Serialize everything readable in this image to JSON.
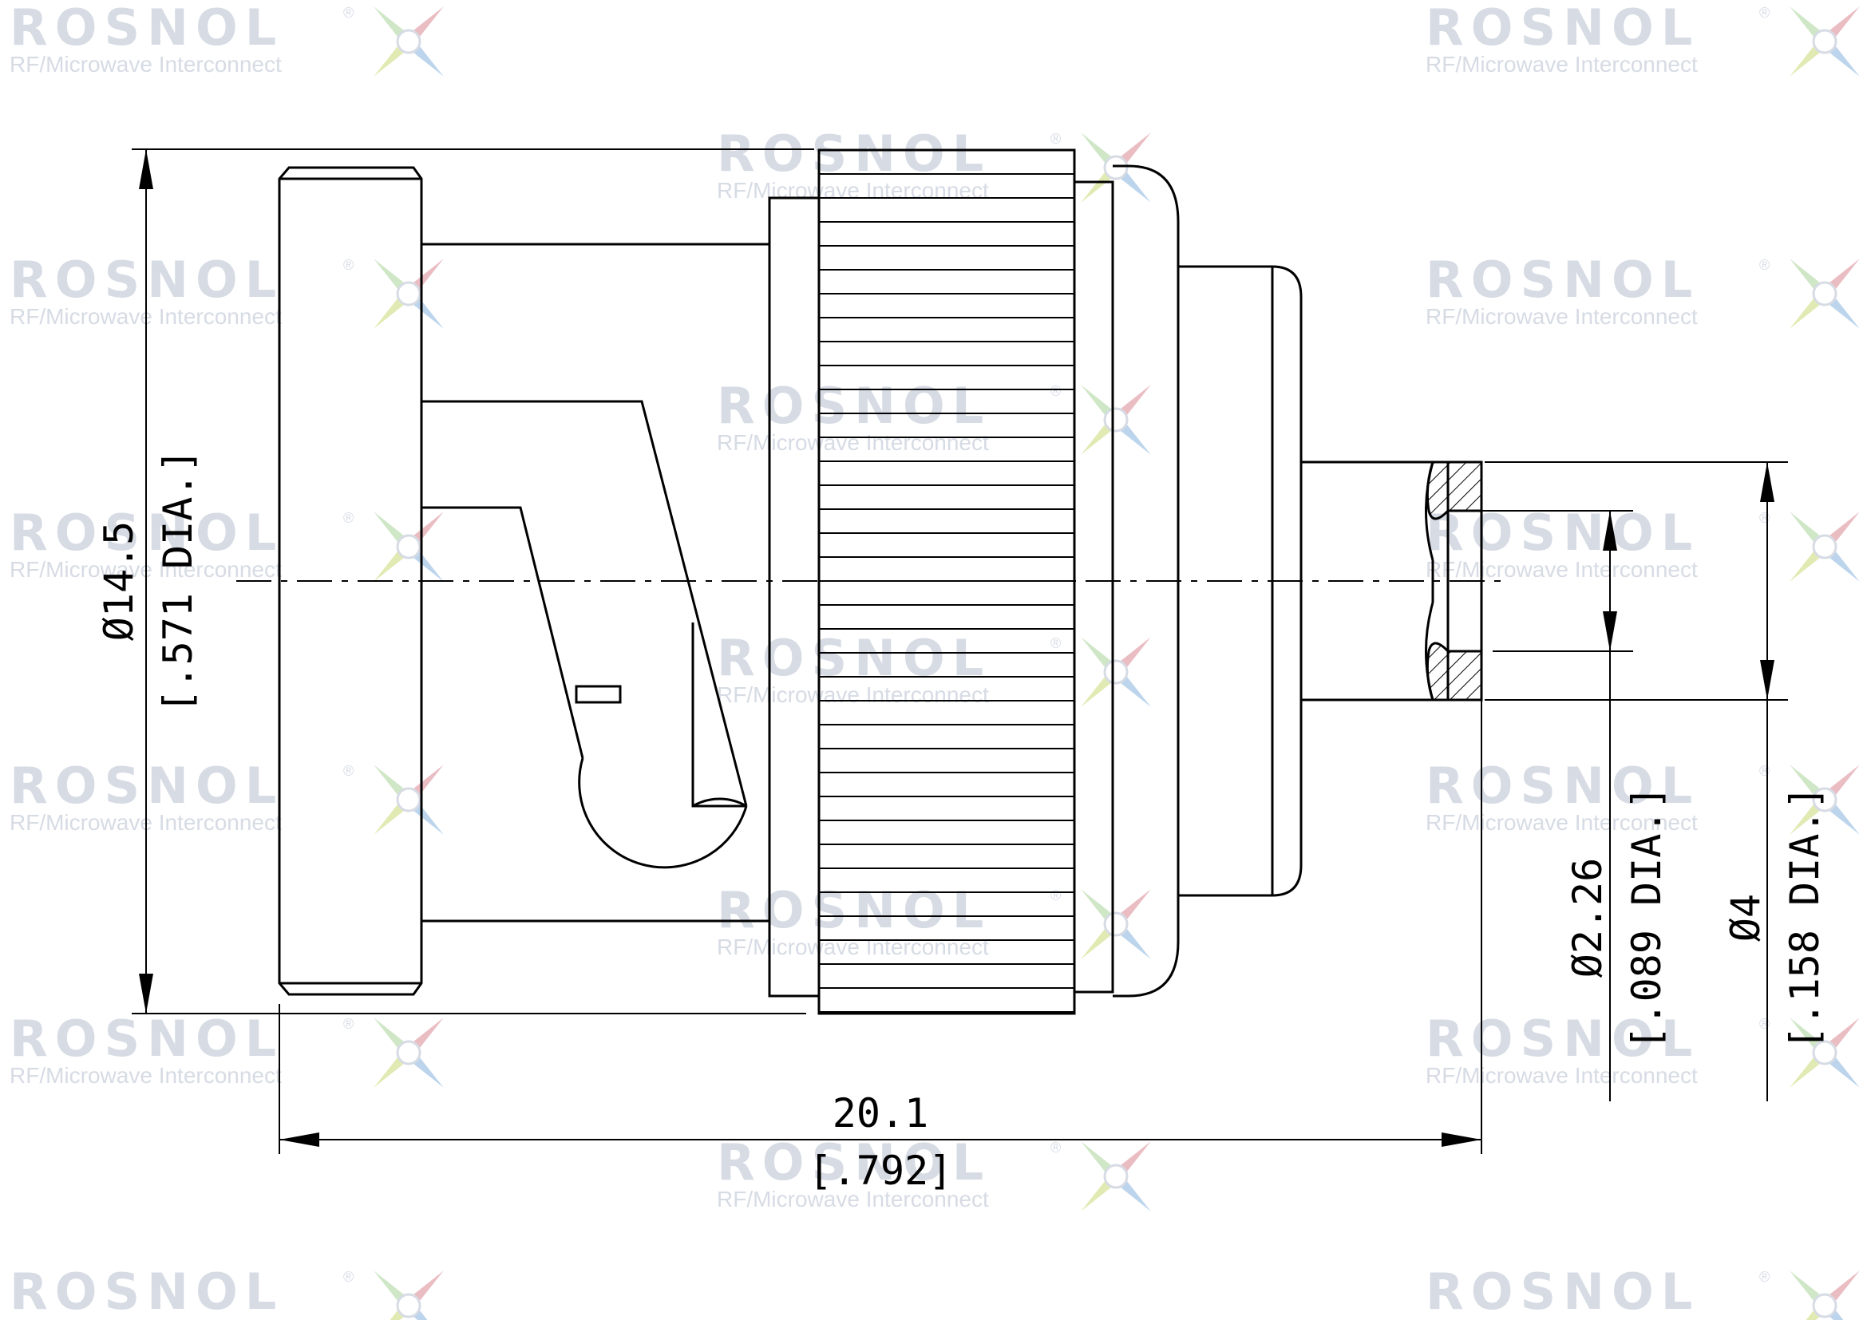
{
  "watermark": {
    "brand": "ROSNOL",
    "registered": "®",
    "tagline": "RF/Microwave Interconnect",
    "brand_color": "#c9d0dc",
    "logo_colors": [
      "#e3a8b0",
      "#a7c7e6",
      "#d9e39a",
      "#bfe0b4"
    ]
  },
  "drawing": {
    "line_color": "#000000",
    "hatch": "cross-section hatch"
  },
  "dimensions": {
    "overall_dia": {
      "metric": "Ø14.5",
      "imperial": "[.571 DIA.]"
    },
    "overall_length": {
      "metric": "20.1",
      "imperial": "[.792]"
    },
    "inner_dia": {
      "metric": "Ø2.26",
      "imperial": "[.089 DIA.]"
    },
    "outer_dia": {
      "metric": "Ø4",
      "imperial": "[.158 DIA.]"
    }
  }
}
